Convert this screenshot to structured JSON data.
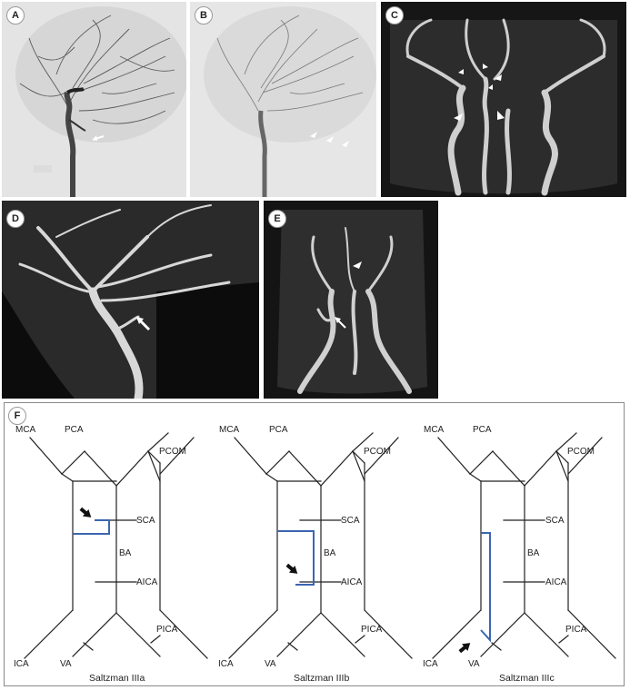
{
  "panels": {
    "a": "A",
    "b": "B",
    "c": "C",
    "d": "D",
    "e": "E",
    "f": "F"
  },
  "diagram": {
    "vessels": {
      "mca": "MCA",
      "pca": "PCA",
      "pcom": "PCOM",
      "sca": "SCA",
      "ba": "BA",
      "aica": "AICA",
      "pica": "PICA",
      "ica": "ICA",
      "va": "VA"
    },
    "captions": [
      "Saltzman IIIa",
      "Saltzman IIIb",
      "Saltzman IIIc"
    ],
    "persistent_artery_color": "#3b66b0"
  }
}
